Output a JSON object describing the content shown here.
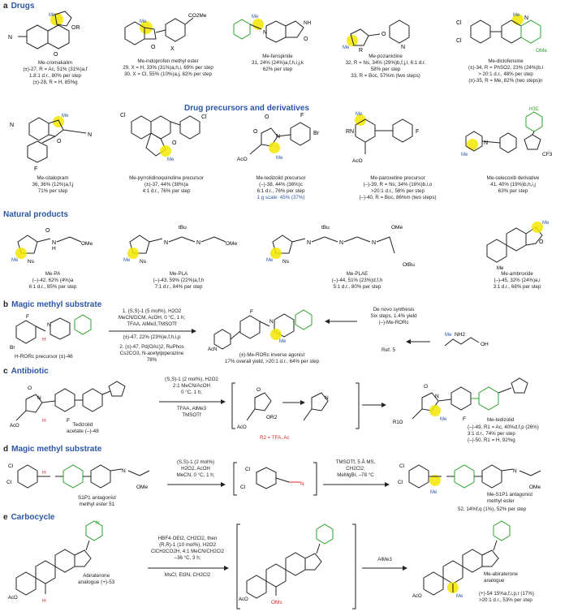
{
  "sections": {
    "a": {
      "letter": "a",
      "title": "Drugs"
    },
    "a2": {
      "title": "Drug precursors and derivatives"
    },
    "a3": {
      "title": "Natural products"
    },
    "b": {
      "letter": "b",
      "title": "Magic methyl substrate"
    },
    "c": {
      "letter": "c",
      "title": "Antibiotic"
    },
    "d": {
      "letter": "d",
      "title": "Magic methyl substrate"
    },
    "e": {
      "letter": "e",
      "title": "Carbocycle"
    }
  },
  "drugs": [
    {
      "name": "Me-cromakalim",
      "lines": [
        "(±)-27, R = Ac, 51% (31%)a,f",
        "1.8:1 d.r., 80% per step",
        "(±)-28, R = H, 85%g"
      ]
    },
    {
      "name": "Me-indoprofen methyl ester",
      "lines": [
        "29, X = H, 33% (31%)a,h,i, 69% per step",
        "30, X = Cl, 55% (10%)a,j, 82% per step"
      ]
    },
    {
      "name": "Me-fenspiride",
      "lines": [
        "31, 24% (24%)a,f,h,i,j,k",
        "62% per step"
      ]
    },
    {
      "name": "Me-pozanicline",
      "lines": [
        "32, R = Ns, 34% (29%)b,f,j,l, 6:1 d.r.",
        "58% per step",
        "33, R = Boc, 57%m (two steps)"
      ]
    },
    {
      "name": "Me-diclofensine",
      "lines": [
        "(±)-34, R = PhSO2, 23% (24%)b,i",
        "> 20:1 d.r., 48% per step",
        "(±)-35, R = Me, 82% (two steps)n"
      ]
    }
  ],
  "precursors": [
    {
      "name": "Me-citalopram",
      "lines": [
        "36, 36% (12%)a,f,j",
        "71% per step"
      ]
    },
    {
      "name": "Me-pyrrolidinoquinoline precursor",
      "lines": [
        "(±)-37, 44% (38%)a",
        "4:1 d.r., 76% per step"
      ]
    },
    {
      "name": "Me-tedizolid precursor",
      "lines": [
        "(–)-38, 44% (36%)c",
        "6:1 d.r., 76% per step",
        "1 g scale: 45% (37%)"
      ]
    },
    {
      "name": "Me-paroxetine precursor",
      "lines": [
        "(–)-39, R = Ns, 34% (16%)b,i,o",
        ">20:1 d.r., 58% per step",
        "(–)-40, R = Boc, 86%m (two steps)"
      ]
    },
    {
      "name": "Me-celecoxib derivative",
      "lines": [
        "41, 40% (19%)b,h,i,j",
        "63% per step"
      ]
    }
  ],
  "naturals": [
    {
      "name": "Me-PA",
      "lines": [
        "(–)-42, 62% (4%)a",
        "6:1 d.r., 85% per step"
      ]
    },
    {
      "name": "Me-PLA",
      "lines": [
        "(–)-43, 59% (22%)a,f,h",
        "7:1 d.r., 84% per step"
      ]
    },
    {
      "name": "Me-PLAE",
      "lines": [
        "(–)-44, 51% (23%)d,f,h",
        "5:1 d.r., 80% per step"
      ]
    },
    {
      "name": "Me-ambroxide",
      "lines": [
        "(–)-45, 32% (24%)a,i",
        "3:1 d.r., 68% per step"
      ]
    }
  ],
  "panel_b": {
    "start": "H-RORc precursor (±)-46",
    "cond1": [
      "1. (S,S)-1 (5 mol%), H2O2",
      "MeCN/DCM, AcOH, 0 °C, 1 h;",
      "TFAA, AlMe3,TMSOTf",
      "(±)-47, 22% (23%)e,f,h,i,p"
    ],
    "cond2": [
      "2. (±)-47, Pd(OAc)2, RuPhos",
      "Cs2CO3, N-acetylpiperazine",
      "78%"
    ],
    "product": [
      "(±)-Me-RORc inverse agonist",
      "17% overall yield, >20:1 d.r., 64% per step"
    ],
    "denovo": [
      "De novo synthesis",
      "Six steps, 1.4% yield",
      "(–)-Me-RORc"
    ],
    "ref": "Ref. 5"
  },
  "panel_c": {
    "start": [
      "Tedizolid",
      "acetate (–)-48"
    ],
    "cond_top": [
      "(S,S)-1 (2 mol%), H2O2",
      "2:1 MeCN/AcOH",
      "0 °C, 1 h;"
    ],
    "cond_bot": [
      "TFAA, AlMe3",
      "TMSOTf"
    ],
    "rnote": "R2 = TFA, Ac",
    "product": "Me-tedizolid",
    "lines": [
      "(–)-49, R1 = Ac, 40%d,f,p (26%)",
      "3:1 d.r., 74% per step",
      "(–)-50, R1 = H, 92%g"
    ]
  },
  "panel_d": {
    "start": [
      "S1P1 antagonist",
      "methyl ester 51"
    ],
    "cond1": [
      "(S,S)-1 (2 mol%)",
      "H2O2, AcOH",
      "MeCN, 0 °C, 1 h;"
    ],
    "cond2": [
      "TMSOTf, 5 Å MS,",
      "CH2Cl2;",
      "MeMgBr, –78 °C"
    ],
    "product": [
      "Me-S1P1 antagonist",
      "methyl ester"
    ],
    "lines": [
      "52, 14%f,q (1%), 52% per step"
    ]
  },
  "panel_e": {
    "start": [
      "Abiraterone",
      "analogue (+)-53"
    ],
    "cond_top": [
      "HBF4·OEt2, CH2Cl2, then",
      "(R,R)-1 (10 mol%), H2O2",
      "ClCH2CO2H, 4:1 MeCN/CH2Cl2",
      "–36 °C, 3 h;"
    ],
    "cond_bot": "MsCl, Et3N, CH2Cl2",
    "cond2": "AlMe3",
    "product": [
      "Me-abiraterone",
      "analogue"
    ],
    "lines": [
      "(+)-54 15%a,f,i,p,r (17%)",
      ">20:1 d.r., 53% per step"
    ]
  },
  "atoms": {
    "Me": "Me",
    "OMe": "OMe",
    "NC": "N",
    "Cl": "Cl",
    "Br": "Br",
    "F": "F",
    "X": "X",
    "OR": "OR",
    "R": "R",
    "N": "N",
    "NH": "NH",
    "O": "O",
    "H": "H",
    "OH": "OH",
    "NH2": "NH2",
    "CF3": "CF3",
    "H3C": "H3C",
    "AcO": "AcO",
    "Ns": "Ns",
    "tBu": "tBu",
    "OtBu": "OtBu",
    "CO2Me": "CO2Me",
    "OMs": "OMs",
    "OR2": "OR2",
    "R1O": "R1O",
    "Ac": "AcN"
  },
  "colors": {
    "blue": "#2b56a6",
    "green": "#2ca02c",
    "red": "#d62728",
    "yellow": "#f2e600",
    "bond": "#222222"
  }
}
